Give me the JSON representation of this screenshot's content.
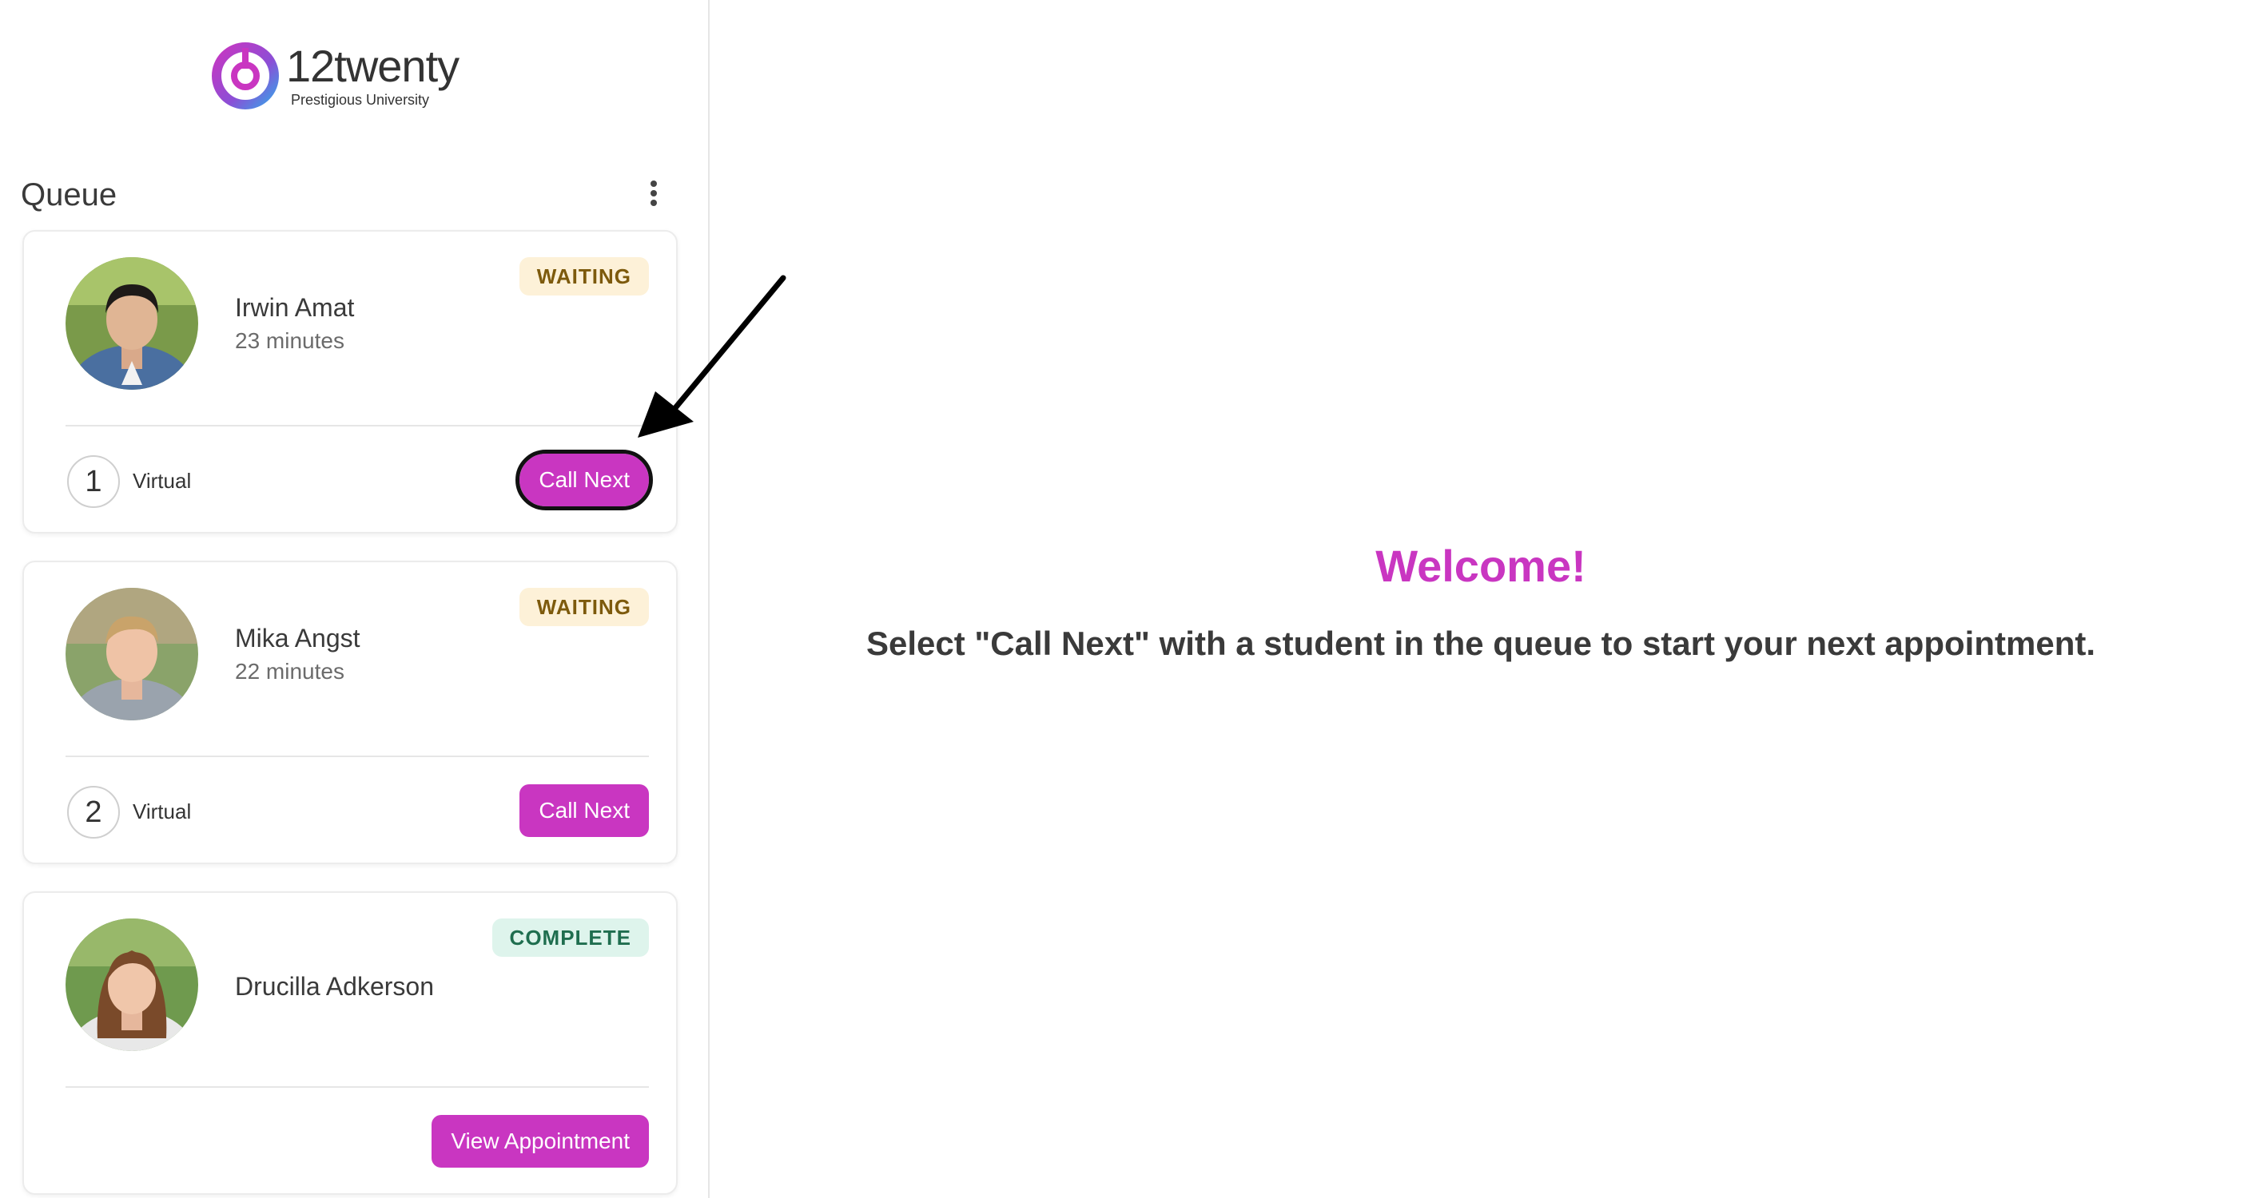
{
  "brand": {
    "name": "12twenty",
    "institution": "Prestigious University",
    "accent_color": "#c936c1"
  },
  "queue": {
    "title": "Queue",
    "menu_icon": "more-vertical-icon",
    "items": [
      {
        "name": "Irwin Amat",
        "wait_time": "23 minutes",
        "status": "WAITING",
        "position": "1",
        "visit_type": "Virtual",
        "action_label": "Call Next",
        "avatar": "student-avatar"
      },
      {
        "name": "Mika Angst",
        "wait_time": "22 minutes",
        "status": "WAITING",
        "position": "2",
        "visit_type": "Virtual",
        "action_label": "Call Next",
        "avatar": "student-avatar"
      },
      {
        "name": "Drucilla Adkerson",
        "status": "COMPLETE",
        "action_label": "View Appointment",
        "avatar": "student-avatar"
      }
    ]
  },
  "main": {
    "welcome": "Welcome!",
    "instructions": "Select \"Call Next\" with a student in the queue to start your next appointment."
  },
  "colors": {
    "waiting_badge_bg": "#fdf1d8",
    "waiting_badge_text": "#7d5a0c",
    "complete_badge_bg": "#def4ec",
    "complete_badge_text": "#1f6e4f"
  }
}
